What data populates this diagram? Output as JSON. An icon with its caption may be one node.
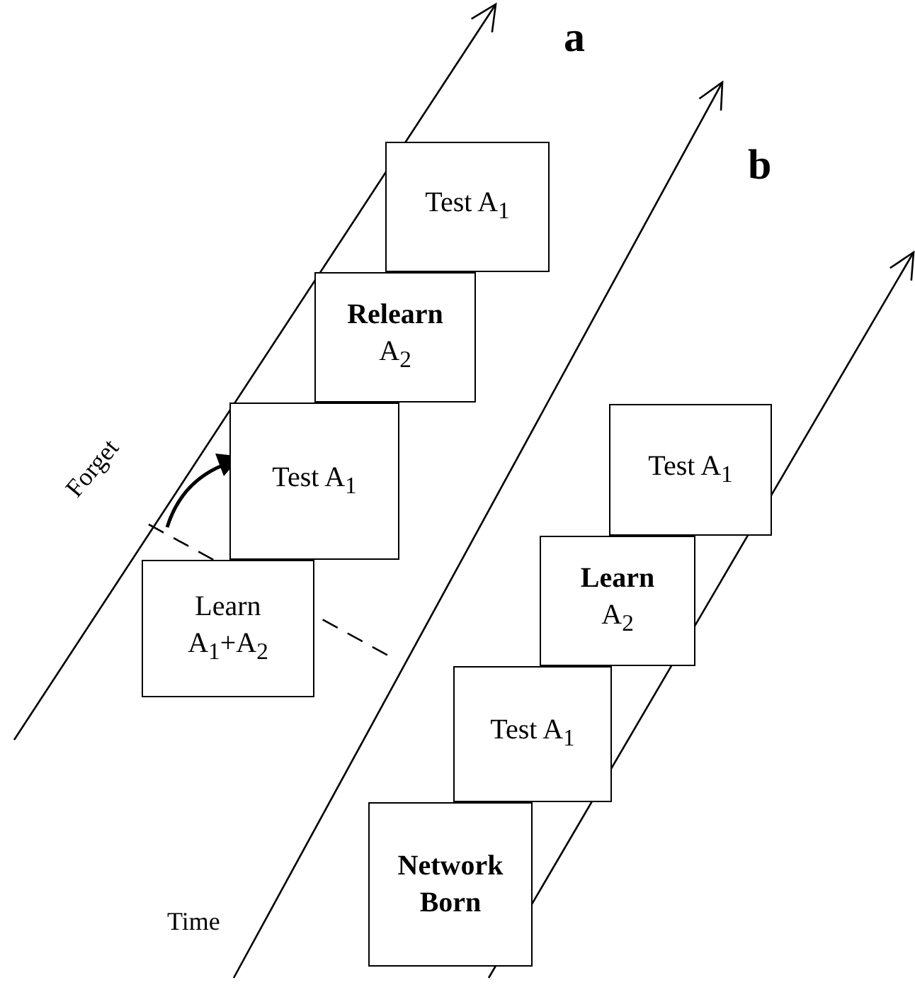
{
  "diagram": {
    "nodes": [
      {
        "text": [
          "Learn A$_{1}$+A$_{2}$"
        ]
      },
      {
        "text": [
          "Test A$_{1}$"
        ]
      },
      {
        "text": [
          "**Relearn** A$_{2}$"
        ]
      },
      {
        "text": [
          "Test A$_{1}$"
        ]
      },
      {
        "text": [
          "Network Born"
        ]
      },
      {
        "text": [
          "Test A$_{1}$"
        ]
      },
      {
        "text": [
          "**Learn** A$_{2}$"
        ]
      },
      {
        "text": [
          "Test A$_{1}$"
        ]
      }
    ],
    "labels": [
      "a",
      "b",
      "Forget",
      "Time"
    ]
  }
}
